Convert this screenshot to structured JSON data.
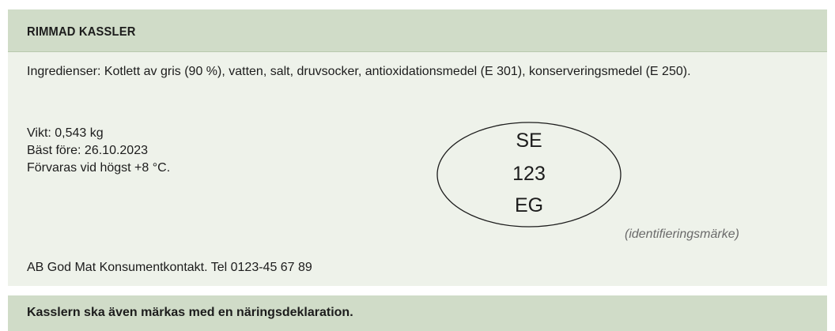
{
  "label": {
    "title": "RIMMAD KASSLER",
    "ingredients": "Ingredienser: Kotlett av gris (90 %), vatten, salt, druvsocker, antioxidationsmedel (E 301), konserveringsmedel (E 250).",
    "weight": "Vikt: 0,543 kg",
    "best_before": "Bäst före: 26.10.2023",
    "storage": "Förvaras vid högst +8 °C.",
    "id_mark": {
      "line1": "SE",
      "line2": "123",
      "line3": "EG",
      "caption": "(identifieringsmärke)"
    },
    "contact": "AB God Mat Konsumentkontakt. Tel 0123-45 67 89"
  },
  "note": {
    "text": "Kasslern ska även märkas med en näringsdeklaration."
  },
  "colors": {
    "header_bg": "#d0dcc8",
    "body_bg": "#eef2ea",
    "caption": "#6a6a6a"
  }
}
